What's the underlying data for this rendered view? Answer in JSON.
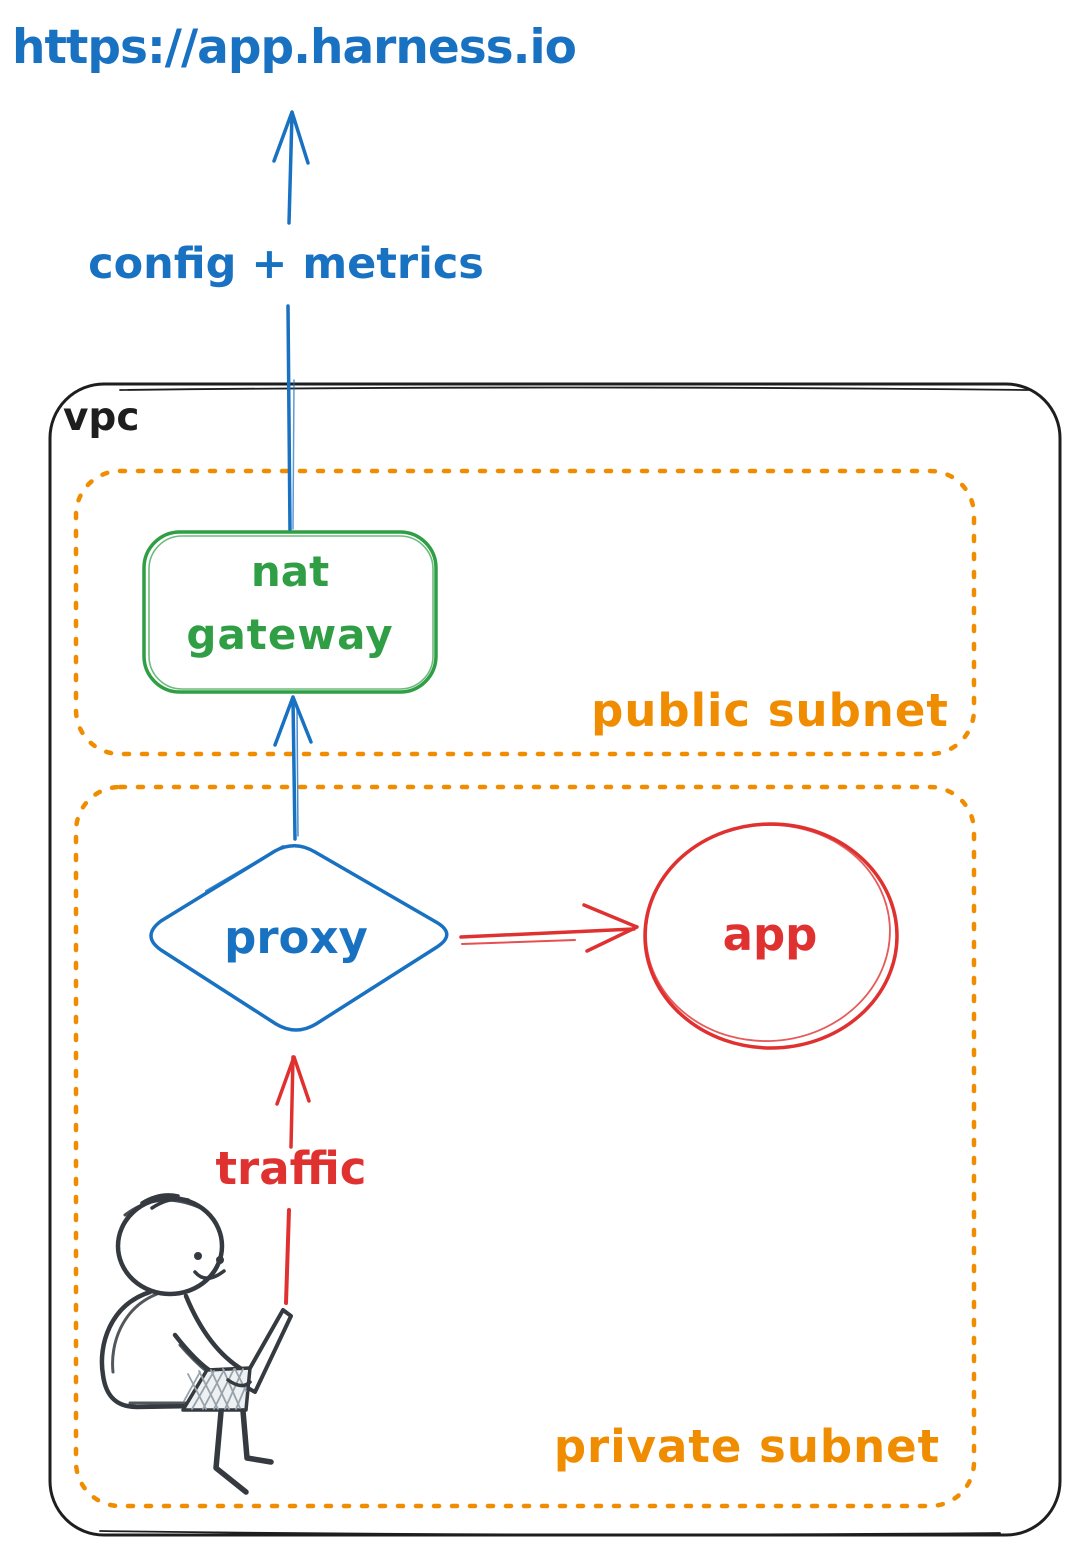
{
  "labels": {
    "url": "https://app.harness.io",
    "config_metrics": "config + metrics",
    "vpc": "vpc",
    "nat_gateway_line1": "nat",
    "nat_gateway_line2": "gateway",
    "public_subnet": "public subnet",
    "proxy": "proxy",
    "app": "app",
    "traffic": "traffic",
    "private_subnet": "private subnet"
  },
  "colors": {
    "blue": "#1971c2",
    "green": "#2f9e44",
    "orange": "#f08c00",
    "red": "#e03131",
    "ink": "#1e1e1e",
    "person": "#343a40",
    "background": "#ffffff"
  }
}
